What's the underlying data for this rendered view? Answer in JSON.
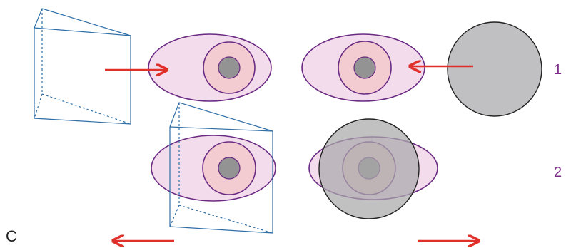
{
  "panel_label": "C",
  "row_labels": [
    "1",
    "2"
  ],
  "colors": {
    "eye_fill": "#f3dcec",
    "eye_stroke": "#6b2a83",
    "iris_fill": "#f2ccd0",
    "pupil_fill": "#939393",
    "occluder_fill": "#c0c0c2",
    "occluder_stroke": "#222222",
    "prism_stroke": "#2f6fa8",
    "arrow": "#e0302a",
    "row_label": "#7a2a86"
  },
  "icons": [
    "prism-icon",
    "eye-icon",
    "occluder-icon",
    "arrow-icon"
  ]
}
